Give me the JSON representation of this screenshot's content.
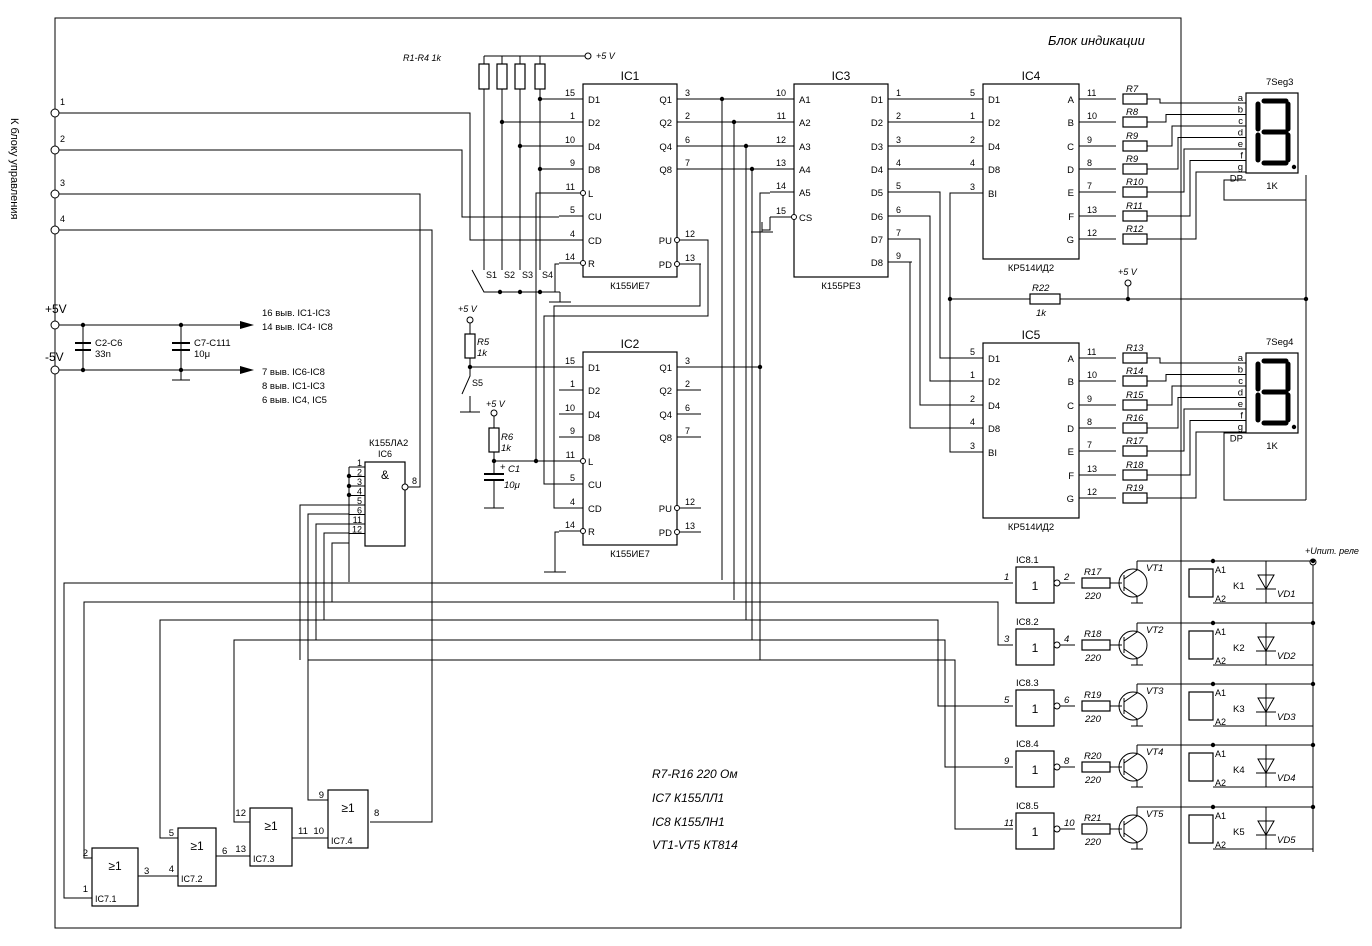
{
  "frame_title": "Блок индикации",
  "side_label": "К блоку управления",
  "resistor_array": "R1-R4 1k",
  "vcc": "+5 V",
  "terminals": [
    "1",
    "2",
    "3",
    "4"
  ],
  "supply": {
    "plus": "+5V",
    "minus": "-5V",
    "c_small": "C2-C6",
    "c_small_val": "33n",
    "c_big": "C7-C111",
    "c_big_val": "10μ",
    "plus_note1": "16 выв. IC1-IC3",
    "plus_note2": "14 выв. IC4- IC8",
    "minus_note1": "7 выв. IC6-IC8",
    "minus_note2": "8 выв. IC1-IC3",
    "minus_note3": "6 выв. IC4, IC5"
  },
  "ic1": {
    "name": "IC1",
    "part": "К155ИЕ7",
    "left": [
      [
        "15",
        "D1"
      ],
      [
        "1",
        "D2"
      ],
      [
        "10",
        "D4"
      ],
      [
        "9",
        "D8"
      ],
      [
        "11",
        "L"
      ],
      [
        "5",
        "CU"
      ],
      [
        "4",
        "CD"
      ],
      [
        "14",
        "R"
      ]
    ],
    "right": [
      [
        "3",
        "Q1"
      ],
      [
        "2",
        "Q2"
      ],
      [
        "6",
        "Q4"
      ],
      [
        "7",
        "Q8"
      ],
      [
        "12",
        "PU"
      ],
      [
        "13",
        "PD"
      ]
    ]
  },
  "ic2": {
    "name": "IC2",
    "part": "К155ИЕ7",
    "left": [
      [
        "15",
        "D1"
      ],
      [
        "1",
        "D2"
      ],
      [
        "10",
        "D4"
      ],
      [
        "9",
        "D8"
      ],
      [
        "11",
        "L"
      ],
      [
        "5",
        "CU"
      ],
      [
        "4",
        "CD"
      ],
      [
        "14",
        "R"
      ]
    ],
    "right": [
      [
        "3",
        "Q1"
      ],
      [
        "2",
        "Q2"
      ],
      [
        "6",
        "Q4"
      ],
      [
        "7",
        "Q8"
      ],
      [
        "12",
        "PU"
      ],
      [
        "13",
        "PD"
      ]
    ]
  },
  "ic3": {
    "name": "IC3",
    "part": "К155РЕ3",
    "left": [
      [
        "10",
        "A1"
      ],
      [
        "11",
        "A2"
      ],
      [
        "12",
        "A3"
      ],
      [
        "13",
        "A4"
      ],
      [
        "14",
        "A5"
      ],
      [
        "15",
        "CS"
      ]
    ],
    "right": [
      [
        "1",
        "D1"
      ],
      [
        "2",
        "D2"
      ],
      [
        "3",
        "D3"
      ],
      [
        "4",
        "D4"
      ],
      [
        "5",
        "D5"
      ],
      [
        "6",
        "D6"
      ],
      [
        "7",
        "D7"
      ],
      [
        "9",
        "D8"
      ]
    ]
  },
  "ic4": {
    "name": "IC4",
    "part": "КР514ИД2",
    "left": [
      [
        "5",
        "D1"
      ],
      [
        "1",
        "D2"
      ],
      [
        "2",
        "D4"
      ],
      [
        "4",
        "D8"
      ],
      [
        "3",
        "BI"
      ]
    ],
    "right": [
      [
        "11",
        "A"
      ],
      [
        "10",
        "B"
      ],
      [
        "9",
        "C"
      ],
      [
        "8",
        "D"
      ],
      [
        "7",
        "E"
      ],
      [
        "13",
        "F"
      ],
      [
        "12",
        "G"
      ]
    ]
  },
  "ic5": {
    "name": "IC5",
    "part": "КР514ИД2",
    "left": [
      [
        "5",
        "D1"
      ],
      [
        "1",
        "D2"
      ],
      [
        "2",
        "D4"
      ],
      [
        "4",
        "D8"
      ],
      [
        "3",
        "BI"
      ]
    ],
    "right": [
      [
        "11",
        "A"
      ],
      [
        "10",
        "B"
      ],
      [
        "9",
        "C"
      ],
      [
        "8",
        "D"
      ],
      [
        "7",
        "E"
      ],
      [
        "13",
        "F"
      ],
      [
        "12",
        "G"
      ]
    ]
  },
  "ic4_res": [
    "R7",
    "R8",
    "R9",
    "R9",
    "R10",
    "R11",
    "R12"
  ],
  "ic5_res": [
    "R13",
    "R14",
    "R15",
    "R16",
    "R17",
    "R18",
    "R19"
  ],
  "seg_pins": [
    "a",
    "b",
    "c",
    "d",
    "e",
    "f",
    "g",
    "DP"
  ],
  "seg3": {
    "name": "7Seg3",
    "k": "1K"
  },
  "seg4": {
    "name": "7Seg4",
    "k": "1K"
  },
  "r22": {
    "name": "R22",
    "value": "1k"
  },
  "r5": {
    "name": "R5",
    "value": "1k"
  },
  "r6": {
    "name": "R6",
    "value": "1k"
  },
  "c1": {
    "name": "C1",
    "value": "10μ",
    "plus": "+"
  },
  "switches": [
    "S1",
    "S2",
    "S3",
    "S4",
    "S5"
  ],
  "ic6": {
    "name": "IC6",
    "part": "К155ЛА2",
    "symbol": "&",
    "inputs": [
      "1",
      "2",
      "3",
      "4",
      "5",
      "6",
      "11",
      "12"
    ],
    "output": "8"
  },
  "ic8": [
    {
      "name": "IC8.1",
      "in": "1",
      "out": "2",
      "r": "R17",
      "rv": "220",
      "vt": "VT1",
      "k": "K1",
      "vd": "VD1"
    },
    {
      "name": "IC8.2",
      "in": "3",
      "out": "4",
      "r": "R18",
      "rv": "220",
      "vt": "VT2",
      "k": "K2",
      "vd": "VD2"
    },
    {
      "name": "IC8.3",
      "in": "5",
      "out": "6",
      "r": "R19",
      "rv": "220",
      "vt": "VT3",
      "k": "K3",
      "vd": "VD3"
    },
    {
      "name": "IC8.4",
      "in": "9",
      "out": "8",
      "r": "R20",
      "rv": "220",
      "vt": "VT4",
      "k": "K4",
      "vd": "VD4"
    },
    {
      "name": "IC8.5",
      "in": "11",
      "out": "10",
      "r": "R21",
      "rv": "220",
      "vt": "VT5",
      "k": "K5",
      "vd": "VD5"
    }
  ],
  "buffer_symbol": "1",
  "relay_pins": [
    "A1",
    "A2"
  ],
  "relay_supply": "+Uпит. реле",
  "ic7": [
    {
      "name": "IC7.1",
      "in": [
        "2",
        "1"
      ],
      "out": "3"
    },
    {
      "name": "IC7.2",
      "in": [
        "5",
        "4"
      ],
      "out": "6"
    },
    {
      "name": "IC7.3",
      "in": [
        "12",
        "13"
      ],
      "out": "11"
    },
    {
      "name": "IC7.4",
      "in": [
        "9",
        "10"
      ],
      "out": "8"
    }
  ],
  "or_symbol": "≥1",
  "notes": [
    "R7-R16   220 Ом",
    "IC7 К155ЛЛ1",
    "IC8 К155ЛН1",
    "VT1-VT5 КТ814"
  ]
}
